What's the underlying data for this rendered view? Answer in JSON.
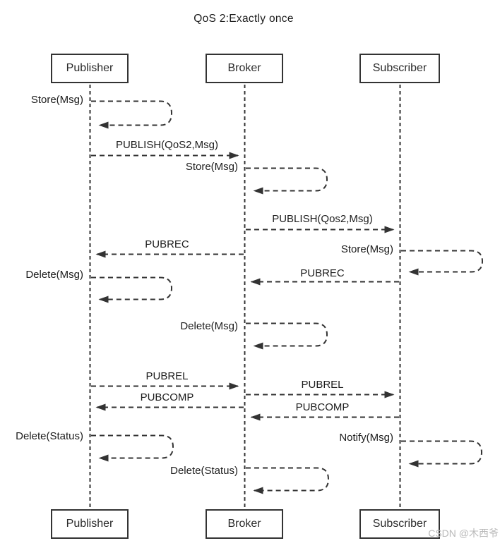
{
  "title": "QoS 2:Exactly once",
  "actors": [
    "Publisher",
    "Broker",
    "Subscriber"
  ],
  "messages": [
    {
      "from": "Publisher",
      "to": "Publisher",
      "kind": "self",
      "label": "Store(Msg)"
    },
    {
      "from": "Publisher",
      "to": "Broker",
      "kind": "arrow",
      "label": "PUBLISH(QoS2,Msg)"
    },
    {
      "from": "Broker",
      "to": "Broker",
      "kind": "self",
      "label": "Store(Msg)"
    },
    {
      "from": "Broker",
      "to": "Subscriber",
      "kind": "arrow",
      "label": "PUBLISH(Qos2,Msg)"
    },
    {
      "from": "Broker",
      "to": "Publisher",
      "kind": "arrow",
      "label": "PUBREC"
    },
    {
      "from": "Subscriber",
      "to": "Subscriber",
      "kind": "self",
      "label": "Store(Msg)"
    },
    {
      "from": "Subscriber",
      "to": "Broker",
      "kind": "arrow",
      "label": "PUBREC"
    },
    {
      "from": "Publisher",
      "to": "Publisher",
      "kind": "self",
      "label": "Delete(Msg)"
    },
    {
      "from": "Broker",
      "to": "Broker",
      "kind": "self",
      "label": "Delete(Msg)"
    },
    {
      "from": "Publisher",
      "to": "Broker",
      "kind": "arrow",
      "label": "PUBREL"
    },
    {
      "from": "Broker",
      "to": "Subscriber",
      "kind": "arrow",
      "label": "PUBREL"
    },
    {
      "from": "Broker",
      "to": "Publisher",
      "kind": "arrow",
      "label": "PUBCOMP"
    },
    {
      "from": "Subscriber",
      "to": "Broker",
      "kind": "arrow",
      "label": "PUBCOMP"
    },
    {
      "from": "Publisher",
      "to": "Publisher",
      "kind": "self",
      "label": "Delete(Status)"
    },
    {
      "from": "Subscriber",
      "to": "Subscriber",
      "kind": "self",
      "label": "Notify(Msg)"
    },
    {
      "from": "Broker",
      "to": "Broker",
      "kind": "self",
      "label": "Delete(Status)"
    }
  ],
  "watermark": "CSDN @木西爷",
  "colors": {
    "line": "#333333",
    "text": "#1c1c1c",
    "watermark": "#b9b9b9",
    "background": "#ffffff"
  }
}
